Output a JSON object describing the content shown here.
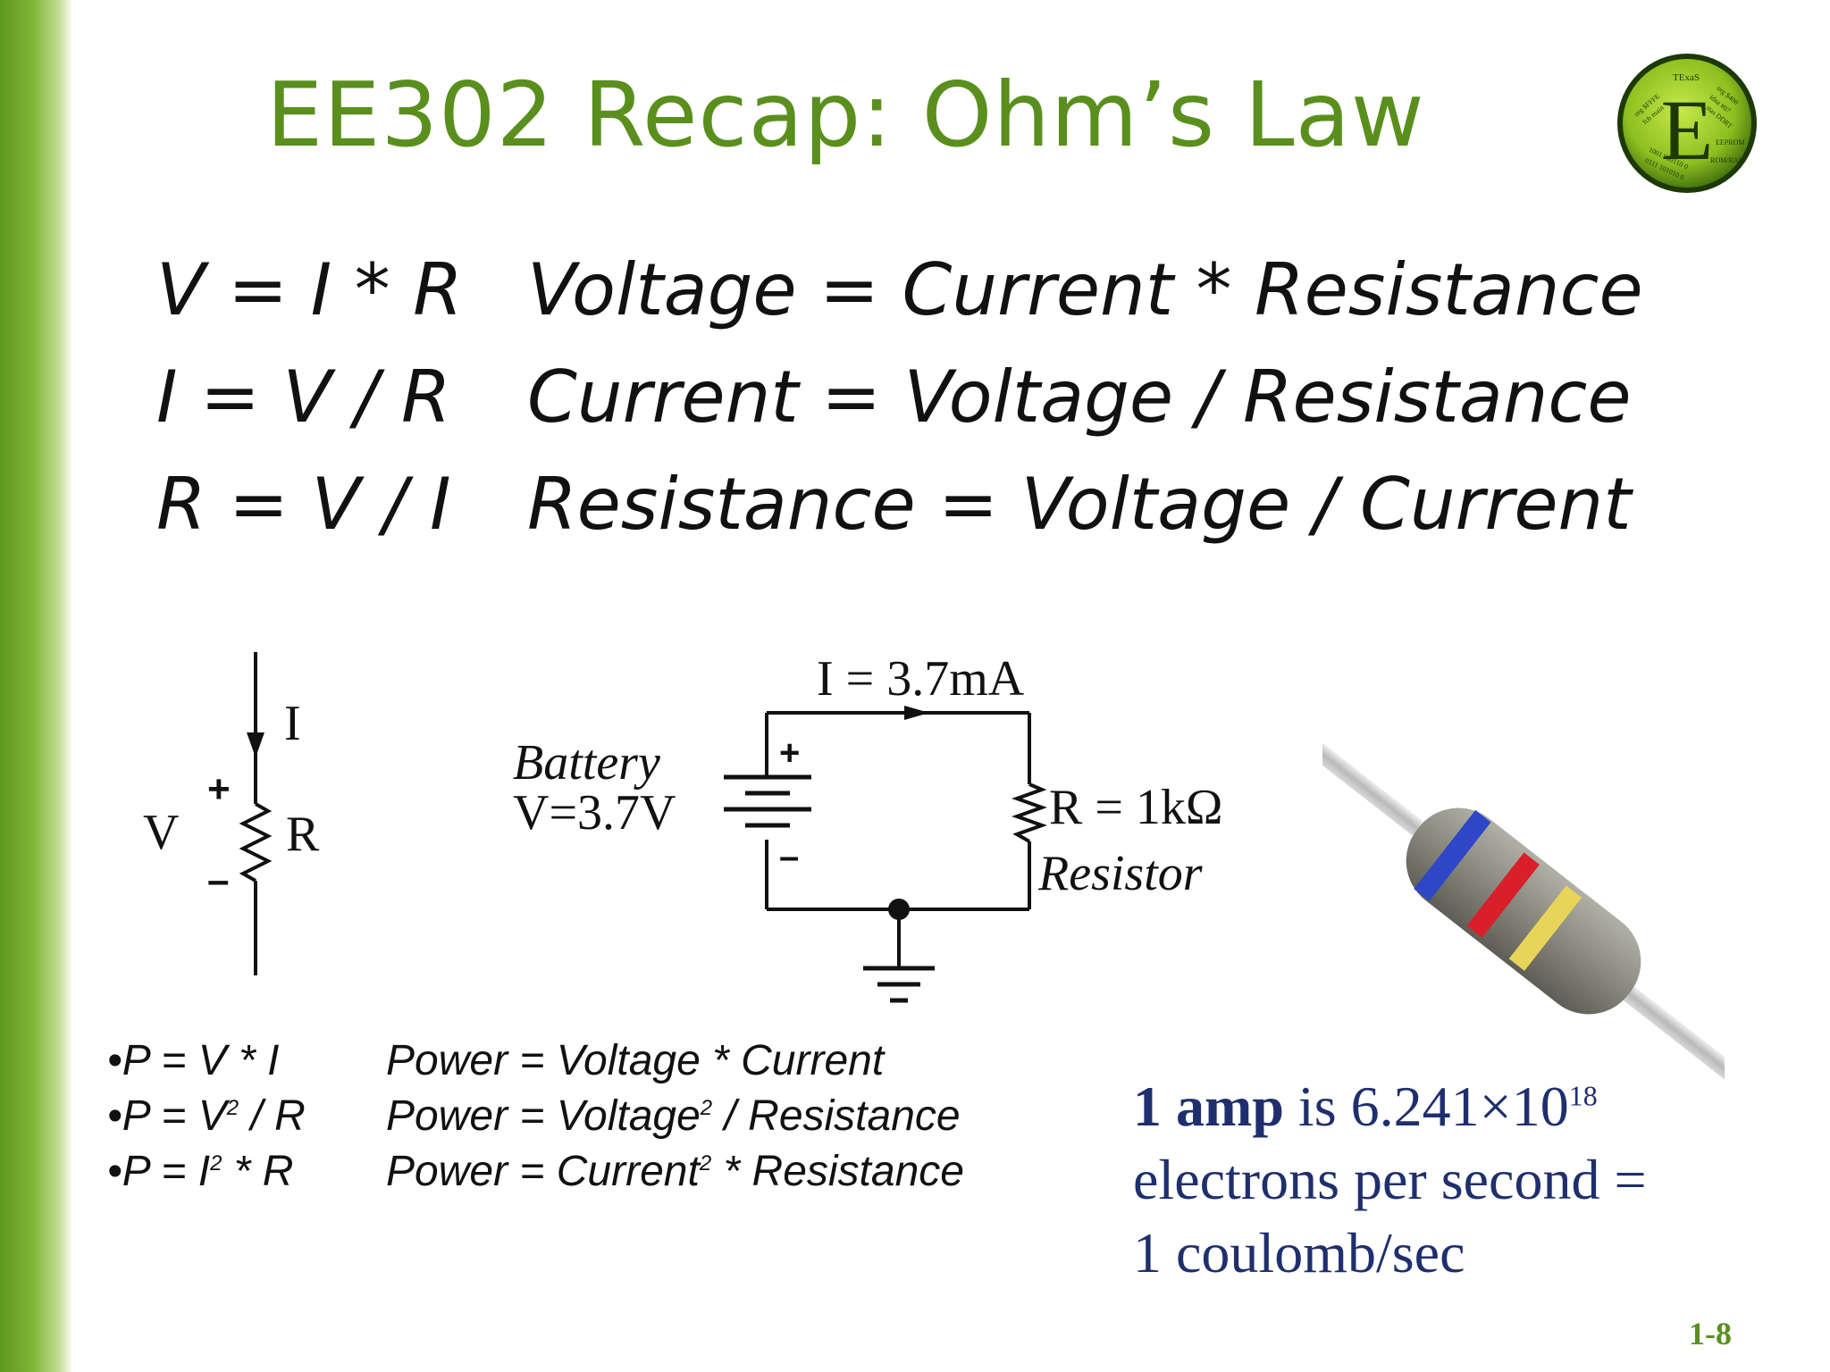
{
  "slide": {
    "title": "EE302 Recap: Ohm’s Law",
    "page_number": "1-8"
  },
  "logo": {
    "letter": "E",
    "text_snippets": [
      "TExaS",
      "org $FFFE",
      "fcb main",
      "org $400",
      "idaa #07",
      "stas DDRT",
      "EEPROM",
      "ROM/RAM",
      "1001 000110 0",
      "0111 101010 0"
    ]
  },
  "equations": [
    {
      "formula": "V = I * R",
      "words": "Voltage = Current * Resistance"
    },
    {
      "formula": "I = V / R",
      "words": "Current = Voltage / Resistance"
    },
    {
      "formula": "R = V / I",
      "words": "Resistance = Voltage / Current"
    }
  ],
  "resistor_symbol": {
    "current_label": "I",
    "voltage_label": "V",
    "resistance_label": "R",
    "plus": "+",
    "minus": "–"
  },
  "circuit": {
    "current_label": "I = 3.7mA",
    "battery_name": "Battery",
    "battery_voltage": "V=3.7V",
    "resistor_value": "R = 1kΩ",
    "resistor_name": "Resistor",
    "plus": "+",
    "minus": "–"
  },
  "power": [
    {
      "formula_pre": "•P = V * I",
      "formula_sup": "",
      "formula_post": "",
      "words_pre": "Power = Voltage  * Current",
      "words_sup": "",
      "words_post": ""
    },
    {
      "formula_pre": "•P = V",
      "formula_sup": "2",
      "formula_post": " / R",
      "words_pre": "Power = Voltage",
      "words_sup": "2",
      "words_post": " / Resistance"
    },
    {
      "formula_pre": "•P = I",
      "formula_sup": "2",
      "formula_post": " * R",
      "words_pre": "Power = Current",
      "words_sup": "2",
      "words_post": " * Resistance"
    }
  ],
  "amp_note": {
    "bold": "1 amp",
    "text1": " is 6.241×10",
    "exponent": "18",
    "line2": "electrons per second =",
    "line3": "1 coulomb/sec"
  },
  "colors": {
    "title_green": "#5a8f1e",
    "note_blue": "#1f2f6e",
    "resistor_bands": [
      "#2f46c7",
      "#d81f2a",
      "#e9d45a"
    ]
  }
}
